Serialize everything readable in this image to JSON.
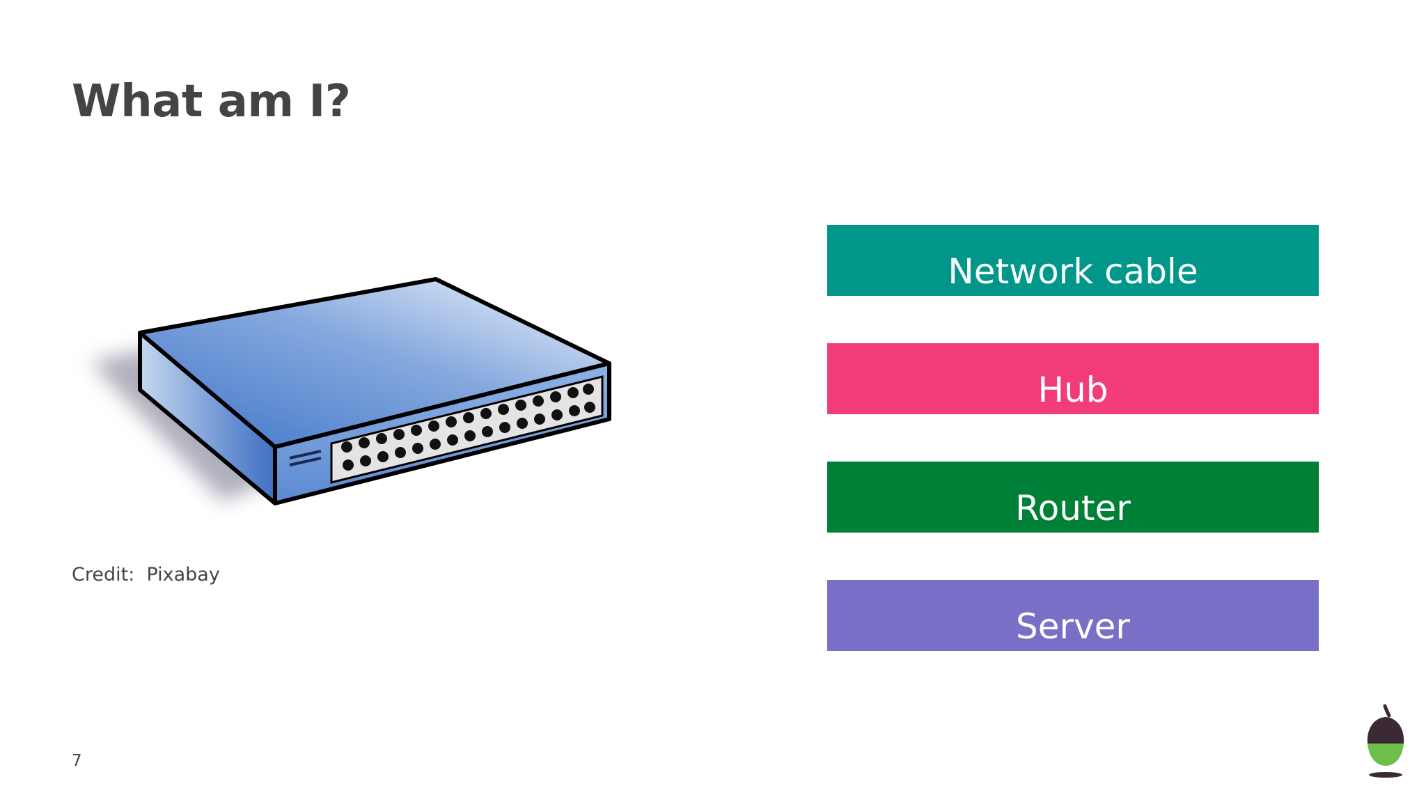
{
  "slide": {
    "title": "What am I?",
    "credit": "Credit:  Pixabay",
    "page_number": "7",
    "image_subject": "network-switch-icon"
  },
  "options": [
    {
      "label": "Network cable",
      "color": "#00968A"
    },
    {
      "label": "Hub",
      "color": "#F23C78"
    },
    {
      "label": "Router",
      "color": "#008036"
    },
    {
      "label": "Server",
      "color": "#7870C7"
    }
  ],
  "logo": {
    "icon": "acorn-icon",
    "colors": {
      "cap": "#3B2A35",
      "nut": "#6DBE4B"
    }
  }
}
